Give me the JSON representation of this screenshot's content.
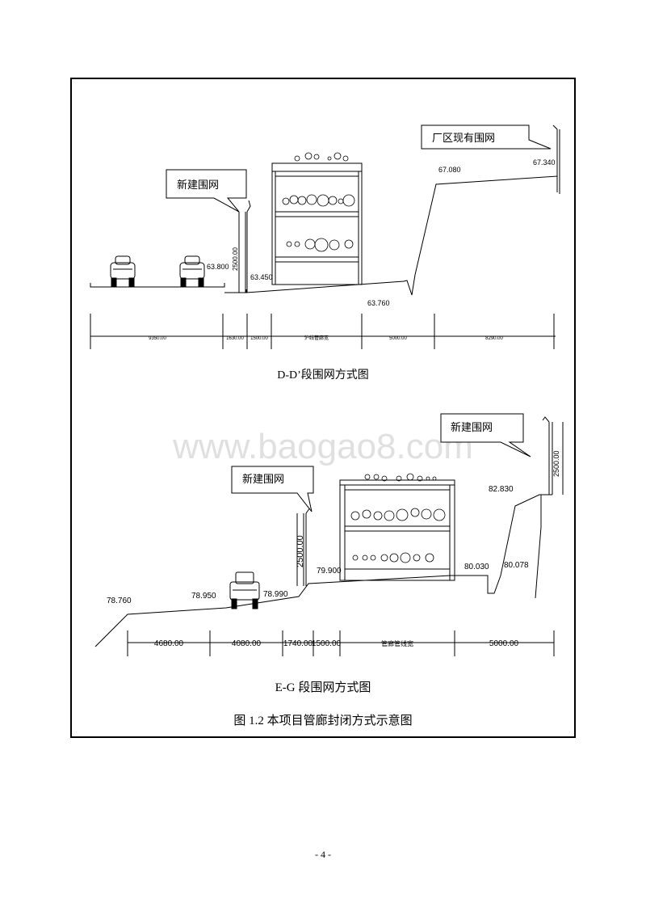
{
  "figure": {
    "caption": "图 1.2  本项目管廊封闭方式示意图"
  },
  "watermark": "www.baogao8.com",
  "section_dd": {
    "title": "D-D’段围网方式图",
    "callout_new_fence": "新建围网",
    "callout_existing_fence": "厂区现有围网",
    "elevations": [
      "63.800",
      "63.450",
      "63.760",
      "67.080",
      "67.340"
    ],
    "fence_height": "2500.00",
    "dims": [
      "9350.00",
      "1630.00",
      "1500.00",
      "沪线管廊宽",
      "5000.00",
      "8290.00"
    ]
  },
  "section_eg": {
    "title": "E-G 段围网方式图",
    "callout_new_fence_right": "新建围网",
    "callout_new_fence_left": "新建围网",
    "elevations": [
      "78.760",
      "78.950",
      "78.990",
      "79.900",
      "80.030",
      "80.078",
      "82.830"
    ],
    "fence_height_right": "2500.00",
    "fence_height_left": "2500.00",
    "dims": [
      "4680.00",
      "4080.00",
      "1740.00",
      "1500.00",
      "管廊管线宽",
      "5000.00"
    ]
  },
  "page_number": "- 4 -"
}
